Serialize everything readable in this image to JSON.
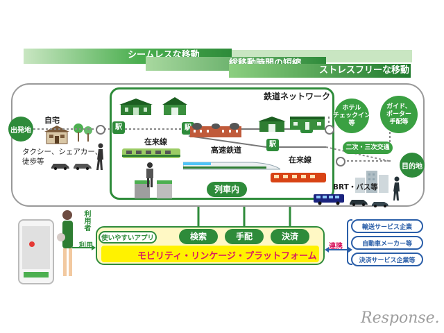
{
  "banners": {
    "seamless": "シームレスな移動",
    "total_time": "総移動時間の短縮",
    "stress_free": "ストレスフリーな移動"
  },
  "network": {
    "title": "鉄道ネットワーク",
    "departure": "出発地",
    "destination": "目的地",
    "home": "自宅",
    "first_mile": "タクシー、シェアカー、\n徒歩等",
    "station_tag": "駅",
    "conventional_line_1": "在来線",
    "high_speed": "高速鉄道",
    "conventional_line_2": "在来線",
    "in_train": "列車内",
    "hotel": "ホテル\nチェックイン\n等",
    "guide": "ガイド、\nポーター\n手配等",
    "secondary_transport": "二次・三次交通",
    "brt_bus": "BRT・バス等"
  },
  "platform": {
    "user": "利用者",
    "use": "利用",
    "easy_app": "使いやすいアプリ",
    "search": "検索",
    "arrange": "手配",
    "payment": "決済",
    "name": "モビリティ・リンケージ・プラットフォーム",
    "link": "連携"
  },
  "partners": [
    "輸送サービス企業",
    "自動車メーカー等",
    "決済サービス企業等"
  ],
  "watermark": "Response."
}
